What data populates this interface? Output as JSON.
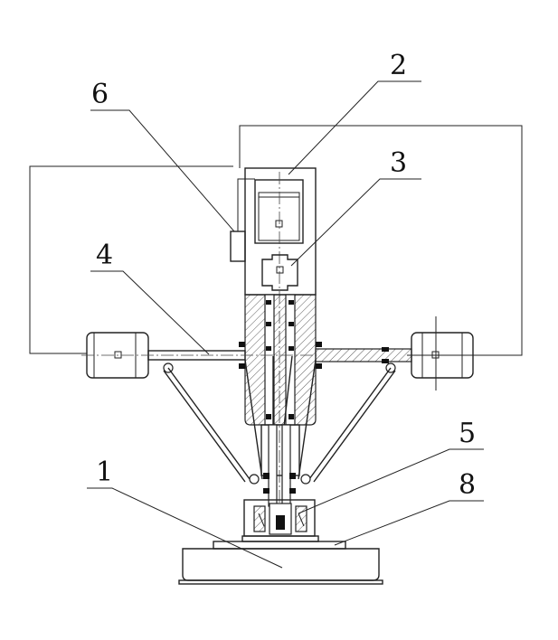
{
  "diagram": {
    "part_labels": [
      "1",
      "2",
      "3",
      "4",
      "5",
      "6",
      "8"
    ]
  }
}
